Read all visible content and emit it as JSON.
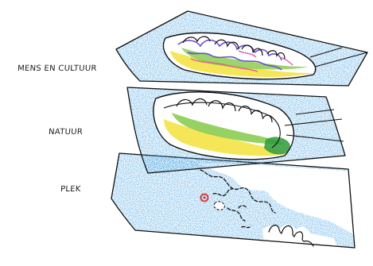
{
  "layers": [
    {
      "label": "MENS EN CULTUUR"
    },
    {
      "label": "NATUUR"
    },
    {
      "label": "PLEK"
    }
  ],
  "colors": {
    "water": "#3f9fe0",
    "water_light": "#8cc8f2",
    "land": "#ffffff",
    "yellow": "#f2e23a",
    "green": "#7cc63d",
    "dark_green": "#2f9a3a",
    "purple": "#6a4fc8",
    "pink": "#e05aa8",
    "marker_red": "#d83a3a",
    "ink": "#111111"
  }
}
